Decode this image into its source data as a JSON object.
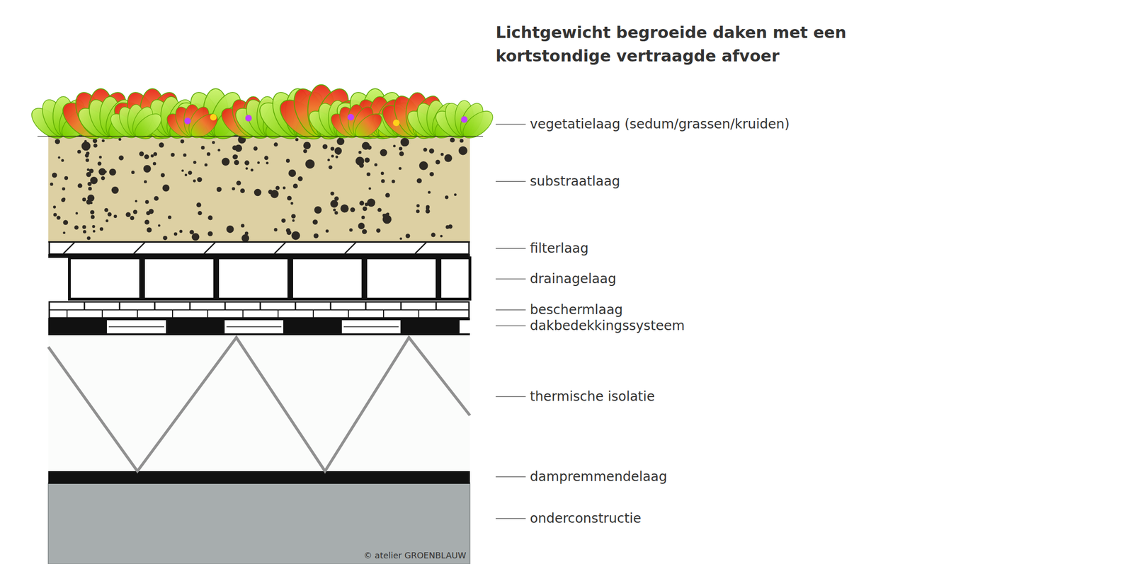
{
  "diagram": {
    "title": "Lichtgewicht begroeide daken met een kortstondige vertraagde afvoer",
    "labels": [
      "vegetatielaag (sedum/grassen/kruiden)",
      "substraatlaag",
      "filterlaag",
      "drainagelaag",
      "beschermlaag",
      "dakbedekkingssysteem",
      "thermische isolatie",
      "dampremmendelaag",
      "onderconstructie",
      "© atelier GROENBLAUW"
    ]
  }
}
